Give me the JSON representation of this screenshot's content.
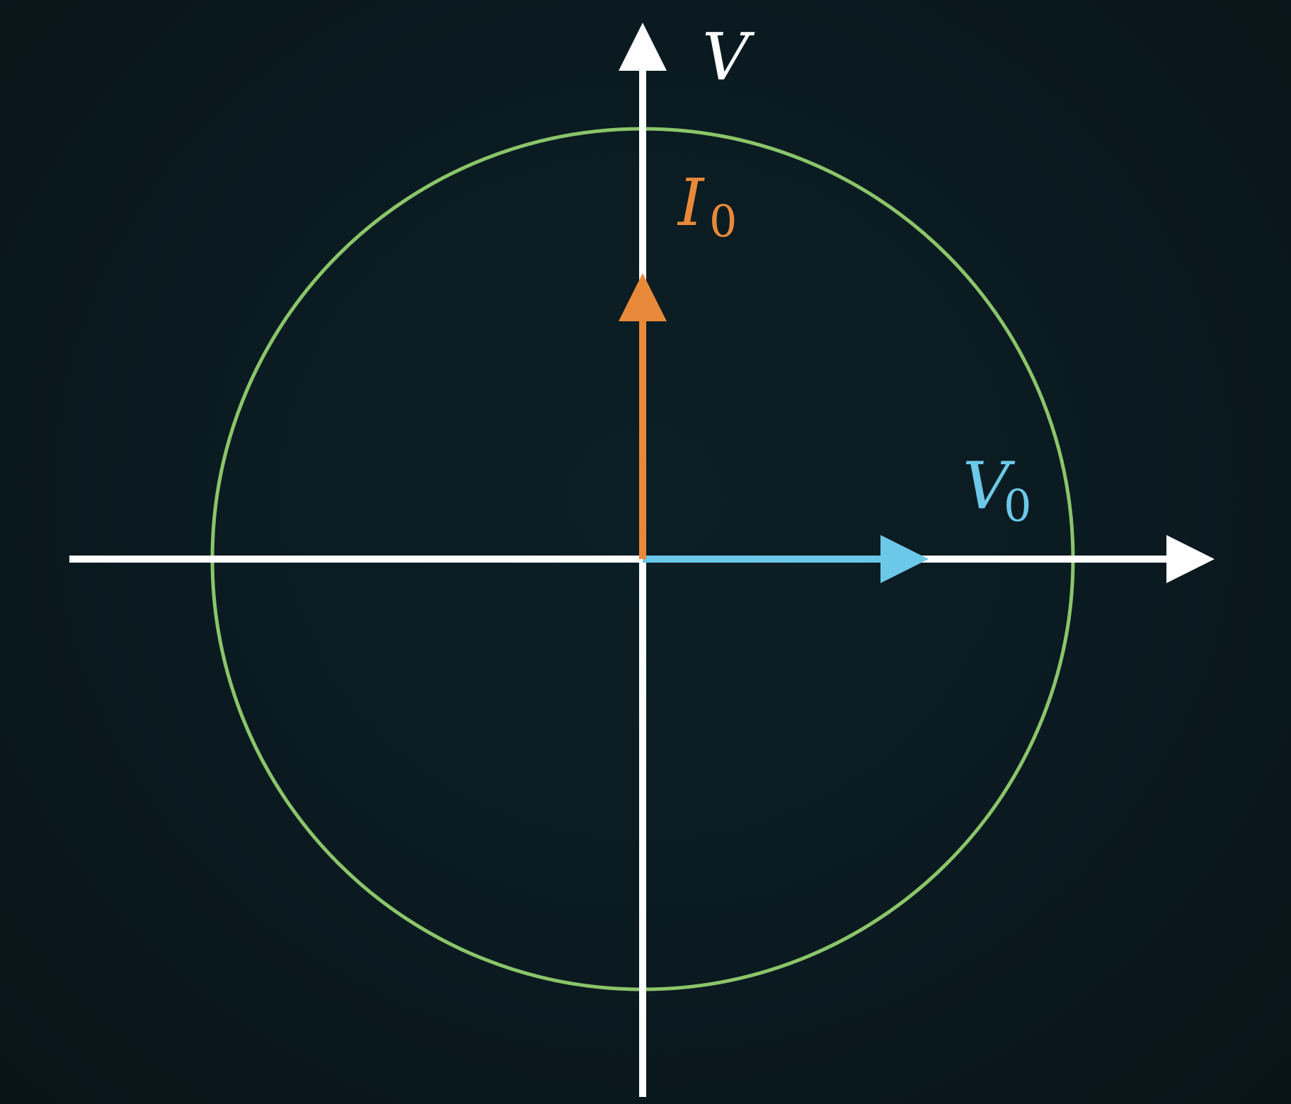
{
  "diagram": {
    "axis_labels": {
      "vertical": "V"
    },
    "vectors": [
      {
        "name": "I",
        "subscript": "0",
        "color": "#e8893a",
        "direction": "up"
      },
      {
        "name": "V",
        "subscript": "0",
        "color": "#6cc8e8",
        "direction": "right"
      }
    ],
    "colors": {
      "background": "#0a1a20",
      "axes": "#ffffff",
      "circle": "#8bc56a",
      "current_vector": "#e8893a",
      "voltage_vector": "#6cc8e8"
    }
  }
}
